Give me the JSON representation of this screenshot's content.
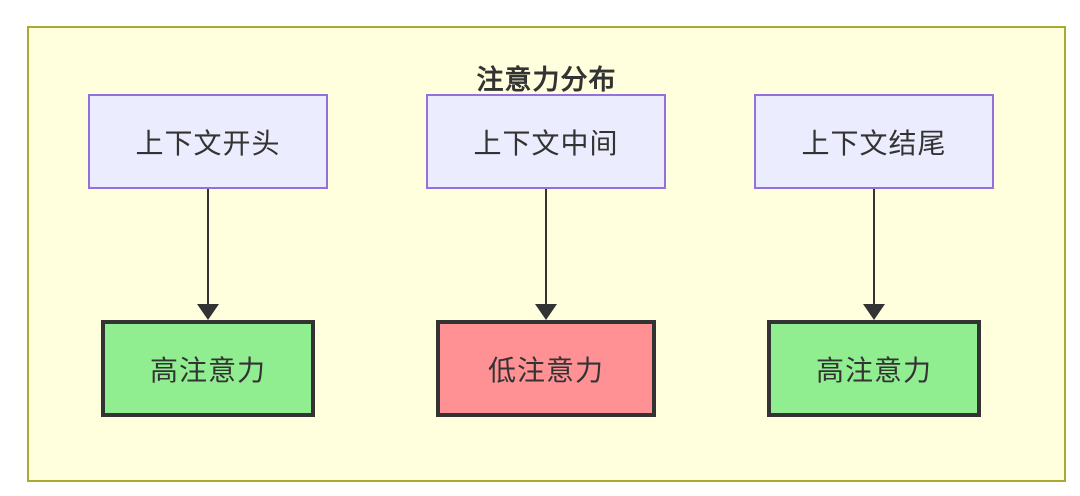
{
  "diagram": {
    "title": "注意力分布",
    "top_nodes": [
      {
        "id": "context-start",
        "label": "上下文开头"
      },
      {
        "id": "context-middle",
        "label": "上下文中间"
      },
      {
        "id": "context-end",
        "label": "上下文结尾"
      }
    ],
    "bottom_nodes": [
      {
        "id": "high-attention-1",
        "label": "高注意力",
        "status": "high"
      },
      {
        "id": "low-attention",
        "label": "低注意力",
        "status": "low"
      },
      {
        "id": "high-attention-2",
        "label": "高注意力",
        "status": "high"
      }
    ],
    "edges": [
      {
        "from": "上下文开头",
        "to": "高注意力"
      },
      {
        "from": "上下文中间",
        "to": "低注意力"
      },
      {
        "from": "上下文结尾",
        "to": "高注意力"
      }
    ],
    "colors": {
      "container_bg": "#ffffde",
      "container_border": "#aaaa33",
      "source_node_bg": "#ececff",
      "source_node_border": "#9370db",
      "high_attention_bg": "#90ee90",
      "low_attention_bg": "#ff9195",
      "result_node_border": "#333333",
      "text": "#333333",
      "arrow": "#333333"
    }
  }
}
